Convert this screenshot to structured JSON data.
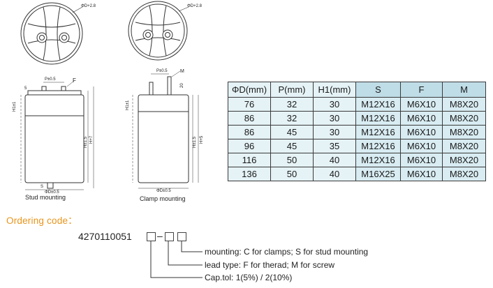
{
  "drawings": {
    "left_caption": "Stud mounting",
    "right_caption": "Clamp mounting",
    "dim_labels": {
      "diameter_top": "ΦD+2.8",
      "pitch": "P±0.5",
      "lead_f": "F",
      "lead_m": "M",
      "five": "5",
      "twenty": "20",
      "h1": "H1±1",
      "h_left": "H±1.5",
      "h_plus7": "H+7",
      "h_plus5": "H+5",
      "stud": "S",
      "diameter_bottom": "ΦD±0.5"
    }
  },
  "spec_table": {
    "headers": [
      "ΦD(mm)",
      "P(mm)",
      "H1(mm)",
      "S",
      "F",
      "M"
    ],
    "rows": [
      [
        "76",
        "32",
        "30",
        "M12X16",
        "M6X10",
        "M8X20"
      ],
      [
        "86",
        "32",
        "30",
        "M12X16",
        "M6X10",
        "M8X20"
      ],
      [
        "86",
        "45",
        "30",
        "M12X16",
        "M6X10",
        "M8X20"
      ],
      [
        "96",
        "45",
        "35",
        "M12X16",
        "M6X10",
        "M8X20"
      ],
      [
        "116",
        "50",
        "40",
        "M12X16",
        "M6X10",
        "M8X20"
      ],
      [
        "136",
        "50",
        "40",
        "M16X25",
        "M6X10",
        "M8X20"
      ]
    ]
  },
  "ordering": {
    "title": "Ordering code：",
    "part_number": "4270110051",
    "dash": "–",
    "legend": [
      "mounting: C for clamps; S for stud mounting",
      "lead type: F for therad; M for screw",
      "Cap.tol: 1(5%) / 2(10%)"
    ]
  },
  "colors": {
    "accent_orange": "#e8941a",
    "table_header": "#bfdde7",
    "table_cell": "#d8ecf2"
  }
}
